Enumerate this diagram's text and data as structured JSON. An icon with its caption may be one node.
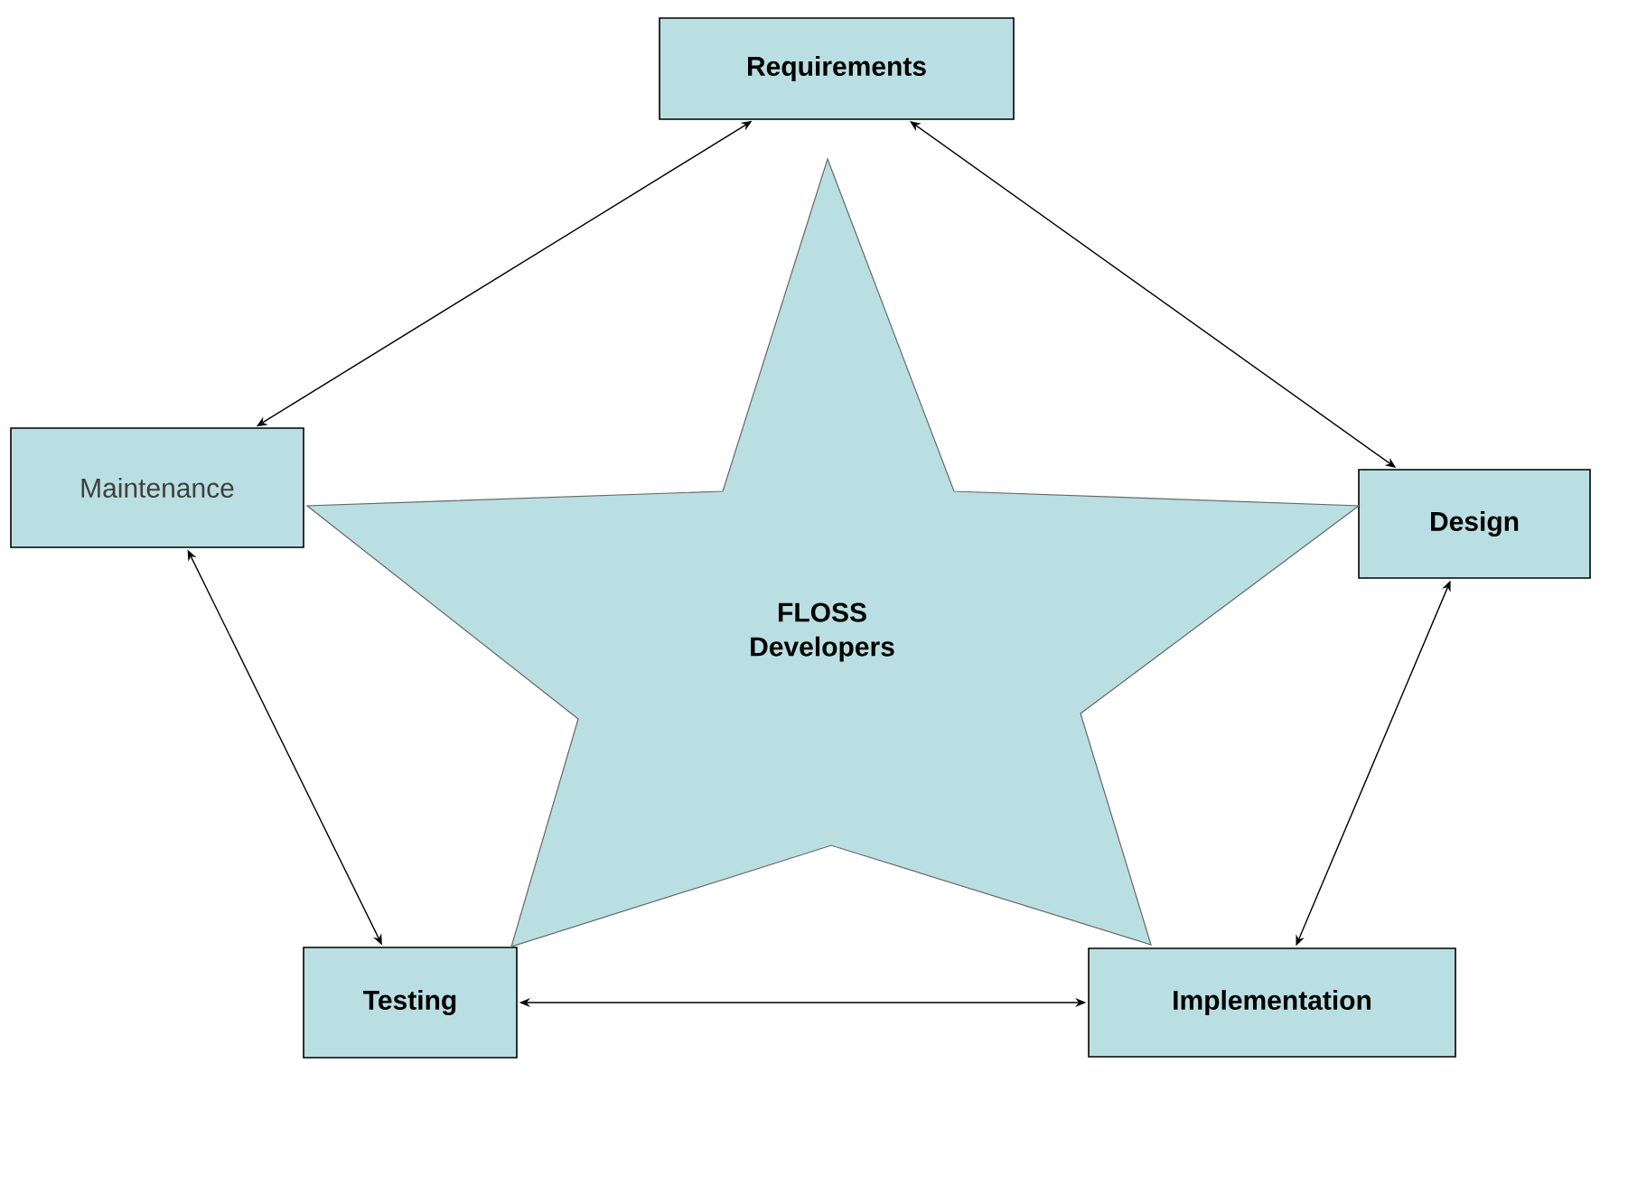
{
  "diagram": {
    "nodes": [
      {
        "text": [
          "Requirements"
        ]
      },
      {
        "text": [
          "Design"
        ]
      },
      {
        "text": [
          "Maintenance"
        ]
      },
      {
        "text": [
          "Testing"
        ]
      },
      {
        "text": [
          "Implementation"
        ]
      },
      {
        "text": [
          "FLOSS Developers"
        ]
      }
    ],
    "edges": [
      {
        "from": 0,
        "to": 1,
        "arrow": "both"
      },
      {
        "from": 0,
        "to": 2,
        "arrow": "both"
      },
      {
        "from": 2,
        "to": 3,
        "arrow": "both"
      },
      {
        "from": 3,
        "to": 4,
        "arrow": "both"
      },
      {
        "from": 4,
        "to": 1,
        "arrow": "both"
      }
    ]
  }
}
